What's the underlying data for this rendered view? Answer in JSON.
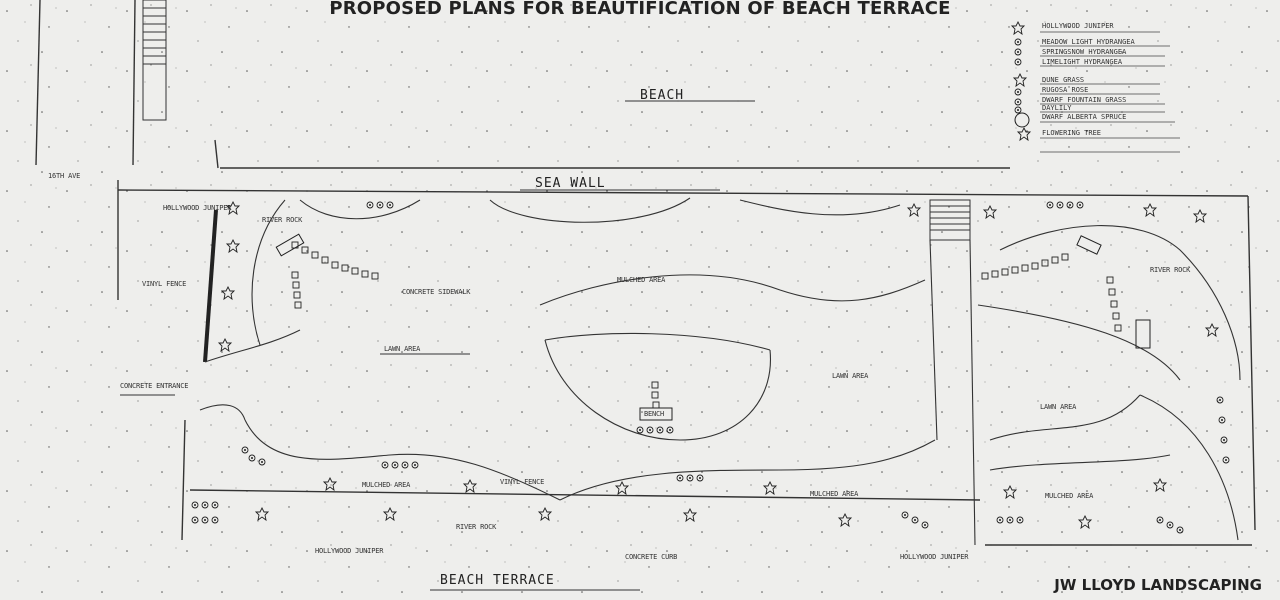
{
  "title": "PROPOSED PLANS FOR BEAUTIFICATION OF BEACH TERRACE",
  "company": "JW LLOYD LANDSCAPING",
  "labels": {
    "beach": "BEACH",
    "sea_wall": "SEA WALL",
    "beach_terrace": "BEACH TERRACE",
    "lawn_area": "LAWN AREA",
    "mulched_area": "MULCHED AREA",
    "concrete_entrance": "CONCRETE ENTRANCE",
    "concrete_sidewalk": "CONCRETE SIDEWALK",
    "concrete_curb": "CONCRETE CURB",
    "bench": "BENCH",
    "vinyl_fence": "VINYL FENCE",
    "hollywood_juniper": "HOLLYWOOD JUNIPER",
    "river_rock": "RIVER ROCK",
    "street": "16TH AVE"
  },
  "legend": [
    "HOLLYWOOD JUNIPER",
    "MEADOW LIGHT HYDRANGEA",
    "SPRINGSNOW HYDRANGEA",
    "LIMELIGHT HYDRANGEA",
    "DUNE GRASS",
    "RUGOSA ROSE",
    "DWARF FOUNTAIN GRASS",
    "DAYLILY",
    "DWARF ALBERTA SPRUCE",
    "FLOWERING TREE"
  ]
}
